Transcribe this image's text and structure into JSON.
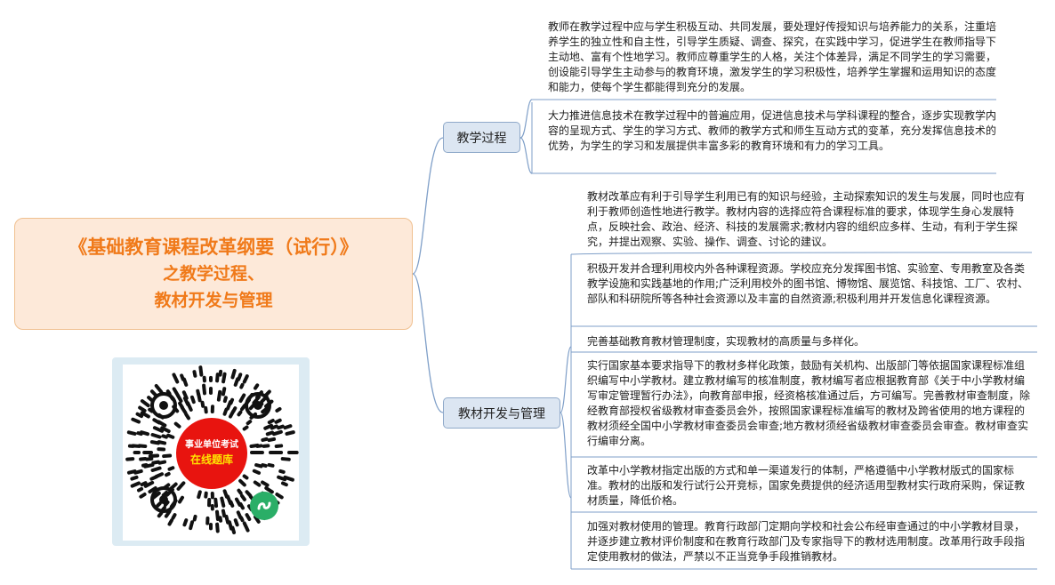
{
  "root": {
    "line1": "《基础教育课程改革纲要（试行）》",
    "line2": "之教学过程、",
    "line3": "教材开发与管理"
  },
  "branches": [
    {
      "label": "教学过程",
      "leaves": [
        "教师在教学过程中应与学生积极互动、共同发展，要处理好传授知识与培养能力的关系，注重培养学生的独立性和自主性，引导学生质疑、调查、探究，在实践中学习，促进学生在教师指导下主动地、富有个性地学习。教师应尊重学生的人格，关注个体差异，满足不同学生的学习需要，创设能引导学生主动参与的教育环境，激发学生的学习积极性，培养学生掌握和运用知识的态度和能力，使每个学生都能得到充分的发展。",
        "大力推进信息技术在教学过程中的普遍应用，促进信息技术与学科课程的整合，逐步实现教学内容的呈现方式、学生的学习方式、教师的教学方式和师生互动方式的变革，充分发挥信息技术的优势，为学生的学习和发展提供丰富多彩的教育环境和有力的学习工具。"
      ]
    },
    {
      "label": "教材开发与管理",
      "leaves": [
        "教材改革应有利于引导学生利用已有的知识与经验，主动探索知识的发生与发展，同时也应有利于教师创造性地进行教学。教材内容的选择应符合课程标准的要求，体现学生身心发展特点，反映社会、政治、经济、科技的发展需求;教材内容的组织应多样、生动，有利于学生探究，并提出观察、实验、操作、调查、讨论的建议。",
        "积极开发并合理利用校内外各种课程资源。学校应充分发挥图书馆、实验室、专用教室及各类教学设施和实践基地的作用;广泛利用校外的图书馆、博物馆、展览馆、科技馆、工厂、农村、部队和科研院所等各种社会资源以及丰富的自然资源;积极利用并开发信息化课程资源。",
        "完善基础教育教材管理制度，实现教材的高质量与多样化。",
        "实行国家基本要求指导下的教材多样化政策，鼓励有关机构、出版部门等依据国家课程标准组织编写中小学教材。建立教材编写的核准制度，教材编写者应根据教育部《关于中小学教材编写审定管理暂行办法》，向教育部申报，经资格核准通过后，方可编写。完善教材审查制度，除经教育部授权省级教材审查委员会外，按照国家课程标准编写的教材及跨省使用的地方课程的教材须经全国中小学教材审查委员会审查;地方教材须经省级教材审查委员会审查。教材审查实行编审分离。",
        "改革中小学教材指定出版的方式和单一渠道发行的体制，严格遵循中小学教材版式的国家标准。教材的出版和发行试行公开竞标，国家免费提供的经济适用型教材实行政府采购，保证教材质量，降低价格。",
        "加强对教材使用的管理。教育行政部门定期向学校和社会公布经审查通过的中小学教材目录，并逐步建立教材评价制度和在教育行政部门及专家指导下的教材选用制度。改革用行政手段指定使用教材的做法，严禁以不正当竞争手段推销教材。"
      ]
    }
  ],
  "qr": {
    "line1": "事业单位考试",
    "line2": "在线题库"
  },
  "colors": {
    "root_text": "#f07a1a",
    "root_fill": "#fde9d9",
    "branch_fill": "#dce6f2",
    "connector": "#7f9fc8",
    "qr_red": "#e8140f",
    "qr_yellow": "#ffe400",
    "wechat_green": "#2aae67"
  }
}
